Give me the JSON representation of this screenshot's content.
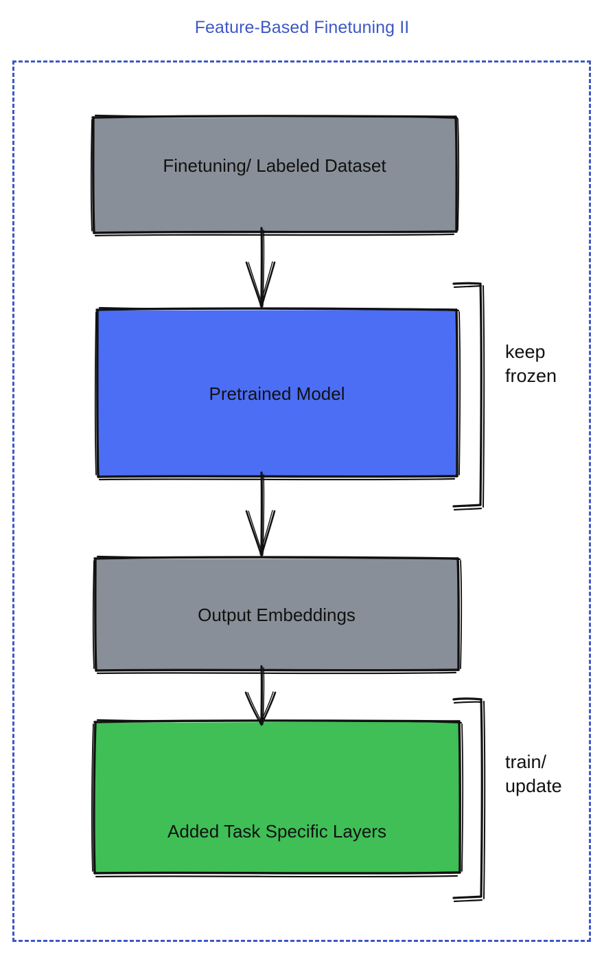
{
  "title": "Feature-Based Finetuning II",
  "colors": {
    "title": "#3e57c6",
    "frame_dashed": "#3e57c6",
    "gray_fill": "#888f98",
    "blue_fill": "#4c6ef5",
    "green_fill": "#3fbf56",
    "stroke": "#111111",
    "background": "#ffffff"
  },
  "flow": {
    "nodes": [
      {
        "id": "dataset",
        "label": "Finetuning/ Labeled Dataset",
        "fill": "#888f98"
      },
      {
        "id": "pretrained",
        "label": "Pretrained Model",
        "fill": "#4c6ef5"
      },
      {
        "id": "embeddings",
        "label": "Output Embeddings",
        "fill": "#888f98"
      },
      {
        "id": "layers",
        "label": "Added Task Specific Layers",
        "fill": "#3fbf56"
      }
    ],
    "arrows": [
      {
        "id": "arrow-1",
        "from": "dataset",
        "to": "pretrained"
      },
      {
        "id": "arrow-2",
        "from": "pretrained",
        "to": "embeddings"
      },
      {
        "id": "arrow-3",
        "from": "embeddings",
        "to": "layers"
      }
    ],
    "annotations": [
      {
        "id": "keep-frozen",
        "label": "keep\nfrozen",
        "target": "pretrained"
      },
      {
        "id": "train-update",
        "label": "train/\nupdate",
        "target": "layers"
      }
    ]
  }
}
